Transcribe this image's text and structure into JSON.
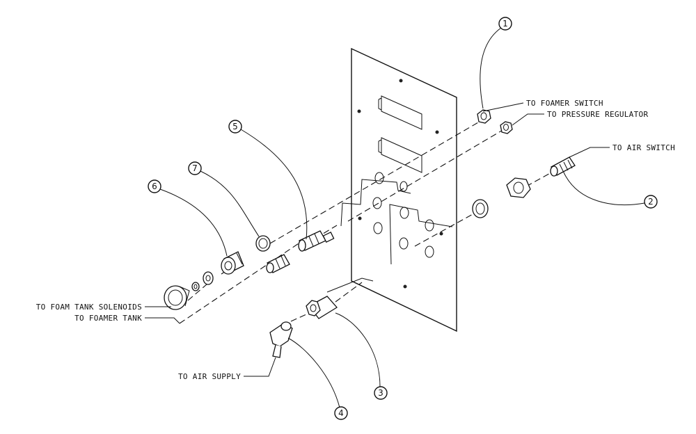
{
  "labels": {
    "foamer_switch": "TO FOAMER SWITCH",
    "pressure_regulator": "TO PRESSURE REGULATOR",
    "air_switch": "TO AIR SWITCH",
    "foam_tank_solenoids": "TO FOAM TANK SOLENOIDS",
    "foamer_tank": "TO FOAMER TANK",
    "air_supply": "TO AIR SUPPLY"
  },
  "callouts": {
    "c1": "1",
    "c2": "2",
    "c3": "3",
    "c4": "4",
    "c5": "5",
    "c6": "6",
    "c7": "7"
  }
}
